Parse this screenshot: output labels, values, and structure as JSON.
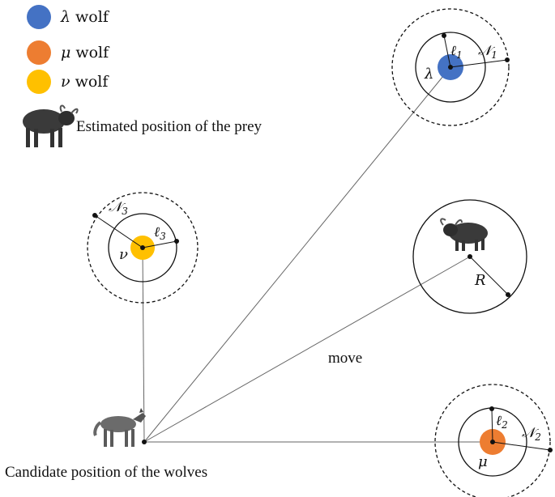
{
  "legend": {
    "lambda": {
      "symbol": "λ",
      "label": "wolf",
      "color": "#4472C4"
    },
    "mu": {
      "symbol": "μ",
      "label": "wolf",
      "color": "#ED7D31"
    },
    "nu": {
      "symbol": "ν",
      "label": "wolf",
      "color": "#FFC000"
    }
  },
  "prey_label": "Estimated position of the prey",
  "candidate_label": "Candidate position of the wolves",
  "move_label": "move",
  "wolves": {
    "lambda": {
      "symbol": "λ",
      "l_label": "ℓ",
      "l_sub": "1",
      "n_label": "𝒩",
      "n_sub": "1"
    },
    "mu": {
      "symbol": "μ",
      "l_label": "ℓ",
      "l_sub": "2",
      "n_label": "𝒩",
      "n_sub": "2"
    },
    "nu": {
      "symbol": "ν",
      "l_label": "ℓ",
      "l_sub": "3",
      "n_label": "𝒩",
      "n_sub": "3"
    }
  },
  "prey_radius_label": "R",
  "colors": {
    "lambda": "#4472C4",
    "mu": "#ED7D31",
    "nu": "#FFC000",
    "line": "#555555",
    "ink": "#111111"
  }
}
